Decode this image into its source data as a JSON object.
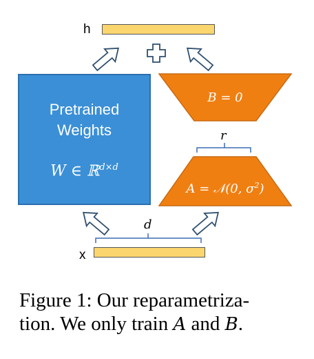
{
  "diagram": {
    "output_label": "h",
    "input_label": "x",
    "pretrained_line1": "Pretrained",
    "pretrained_line2": "Weights",
    "weight_math": {
      "var": "W ∈ ℝ",
      "exp": "d×d"
    },
    "b_label": "B = 0",
    "a_label": {
      "base": "A = 𝒩(0, σ",
      "exp": "2",
      "end": ")"
    },
    "rank_label": "r",
    "dim_label": "d",
    "colors": {
      "vector": "#fbd66f",
      "weights": "#3b8fd6",
      "lora": "#f07f12",
      "bracket": "#3b6db3"
    }
  },
  "caption": {
    "prefix": "Figure 1: Our reparametriza-",
    "line2_start": "tion. We only train ",
    "a": "A",
    "and": " and ",
    "b": "B",
    "end": "."
  }
}
